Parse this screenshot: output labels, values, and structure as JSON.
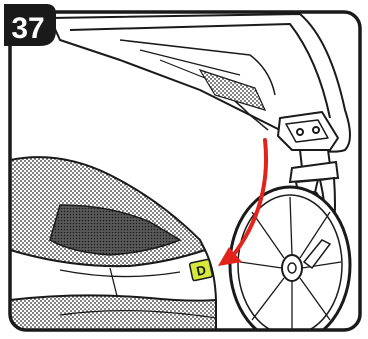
{
  "step": {
    "number": "37"
  },
  "tag": {
    "letter": "D"
  },
  "colors": {
    "frame": "#1a1a1a",
    "arrow": "#e2231a",
    "tag_fill": "#d6e83a",
    "mesh": "#3a3a3a",
    "seat_light": "#ffffff",
    "badge_fill": "#1a1a1a"
  },
  "icons": {
    "step_badge": "step-number-badge",
    "direction": "curved-arrow-icon",
    "wheel": "front-wheel",
    "tag": "letter-tag-icon"
  }
}
